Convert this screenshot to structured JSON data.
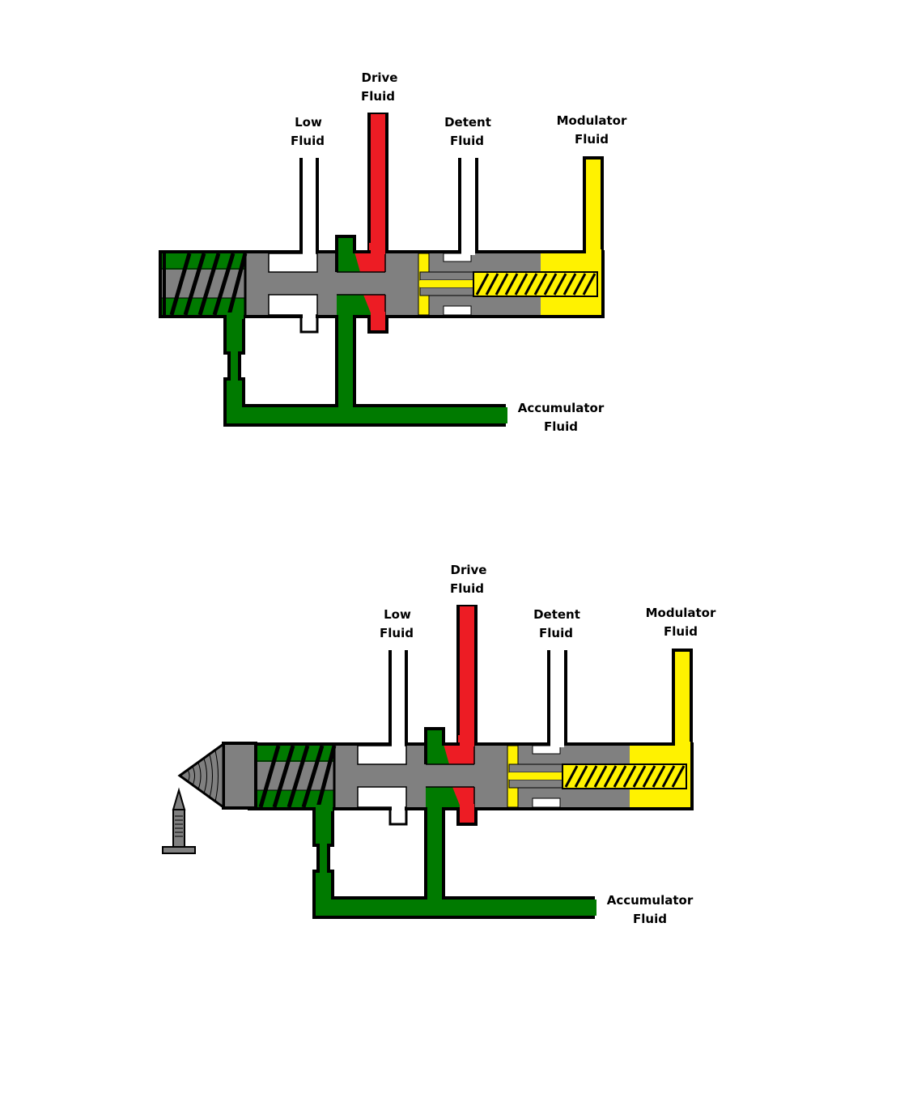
{
  "colors": {
    "body_gray": "#808080",
    "drive_red": "#ed1c24",
    "accumulator_green": "#007a00",
    "modulator_yellow": "#fff200",
    "outline": "#000000",
    "background": "#ffffff"
  },
  "diagrams": [
    {
      "id": "valve-normal",
      "labels": {
        "drive": [
          "Drive",
          "Fluid"
        ],
        "low": [
          "Low",
          "Fluid"
        ],
        "detent": [
          "Detent",
          "Fluid"
        ],
        "modulator": [
          "Modulator",
          "Fluid"
        ],
        "accumulator": [
          "Accumulator",
          "Fluid"
        ]
      },
      "icons": [
        "coil-spring-icon",
        "accumulator-spring-icon"
      ]
    },
    {
      "id": "valve-with-pointed-plug",
      "labels": {
        "drive": [
          "Drive",
          "Fluid"
        ],
        "low": [
          "Low",
          "Fluid"
        ],
        "detent": [
          "Detent",
          "Fluid"
        ],
        "modulator": [
          "Modulator",
          "Fluid"
        ],
        "accumulator": [
          "Accumulator",
          "Fluid"
        ]
      },
      "icons": [
        "coil-spring-icon",
        "accumulator-spring-icon",
        "cone-plug-icon",
        "nail-icon"
      ]
    }
  ]
}
